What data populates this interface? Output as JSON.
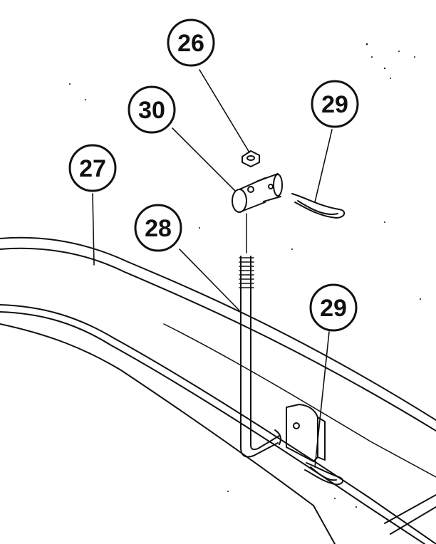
{
  "callouts": [
    {
      "id": "c26",
      "label": "26"
    },
    {
      "id": "c30",
      "label": "30"
    },
    {
      "id": "c29a",
      "label": "29"
    },
    {
      "id": "c27",
      "label": "27"
    },
    {
      "id": "c28",
      "label": "28"
    },
    {
      "id": "c29b",
      "label": "29"
    }
  ],
  "colors": {
    "ink": "#111111",
    "paper": "#ffffff"
  }
}
